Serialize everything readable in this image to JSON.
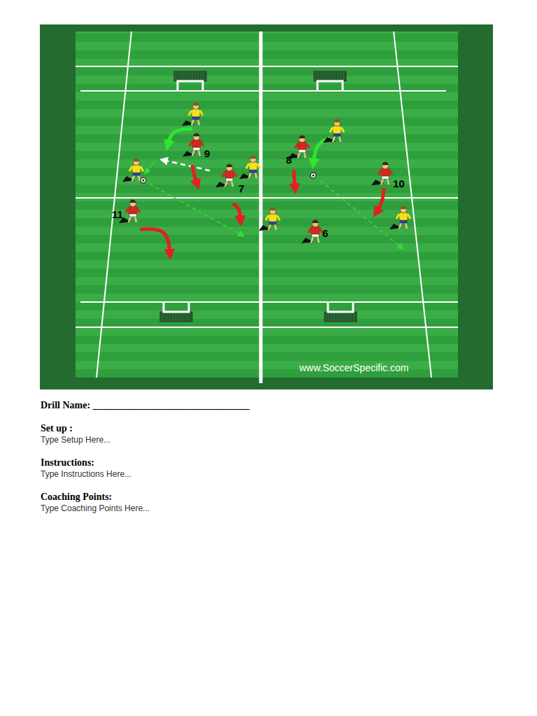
{
  "diagram": {
    "labels": [
      "9",
      "7",
      "11",
      "8",
      "10",
      "6",
      "www.SoccerSpecific.com",
      "Drill Name: ________________________________",
      "Set up :",
      "Type Setup Here...",
      "Instructions:",
      "Type Instructions Here...",
      "Coaching Points:",
      "Type Coaching Points Here..."
    ]
  }
}
